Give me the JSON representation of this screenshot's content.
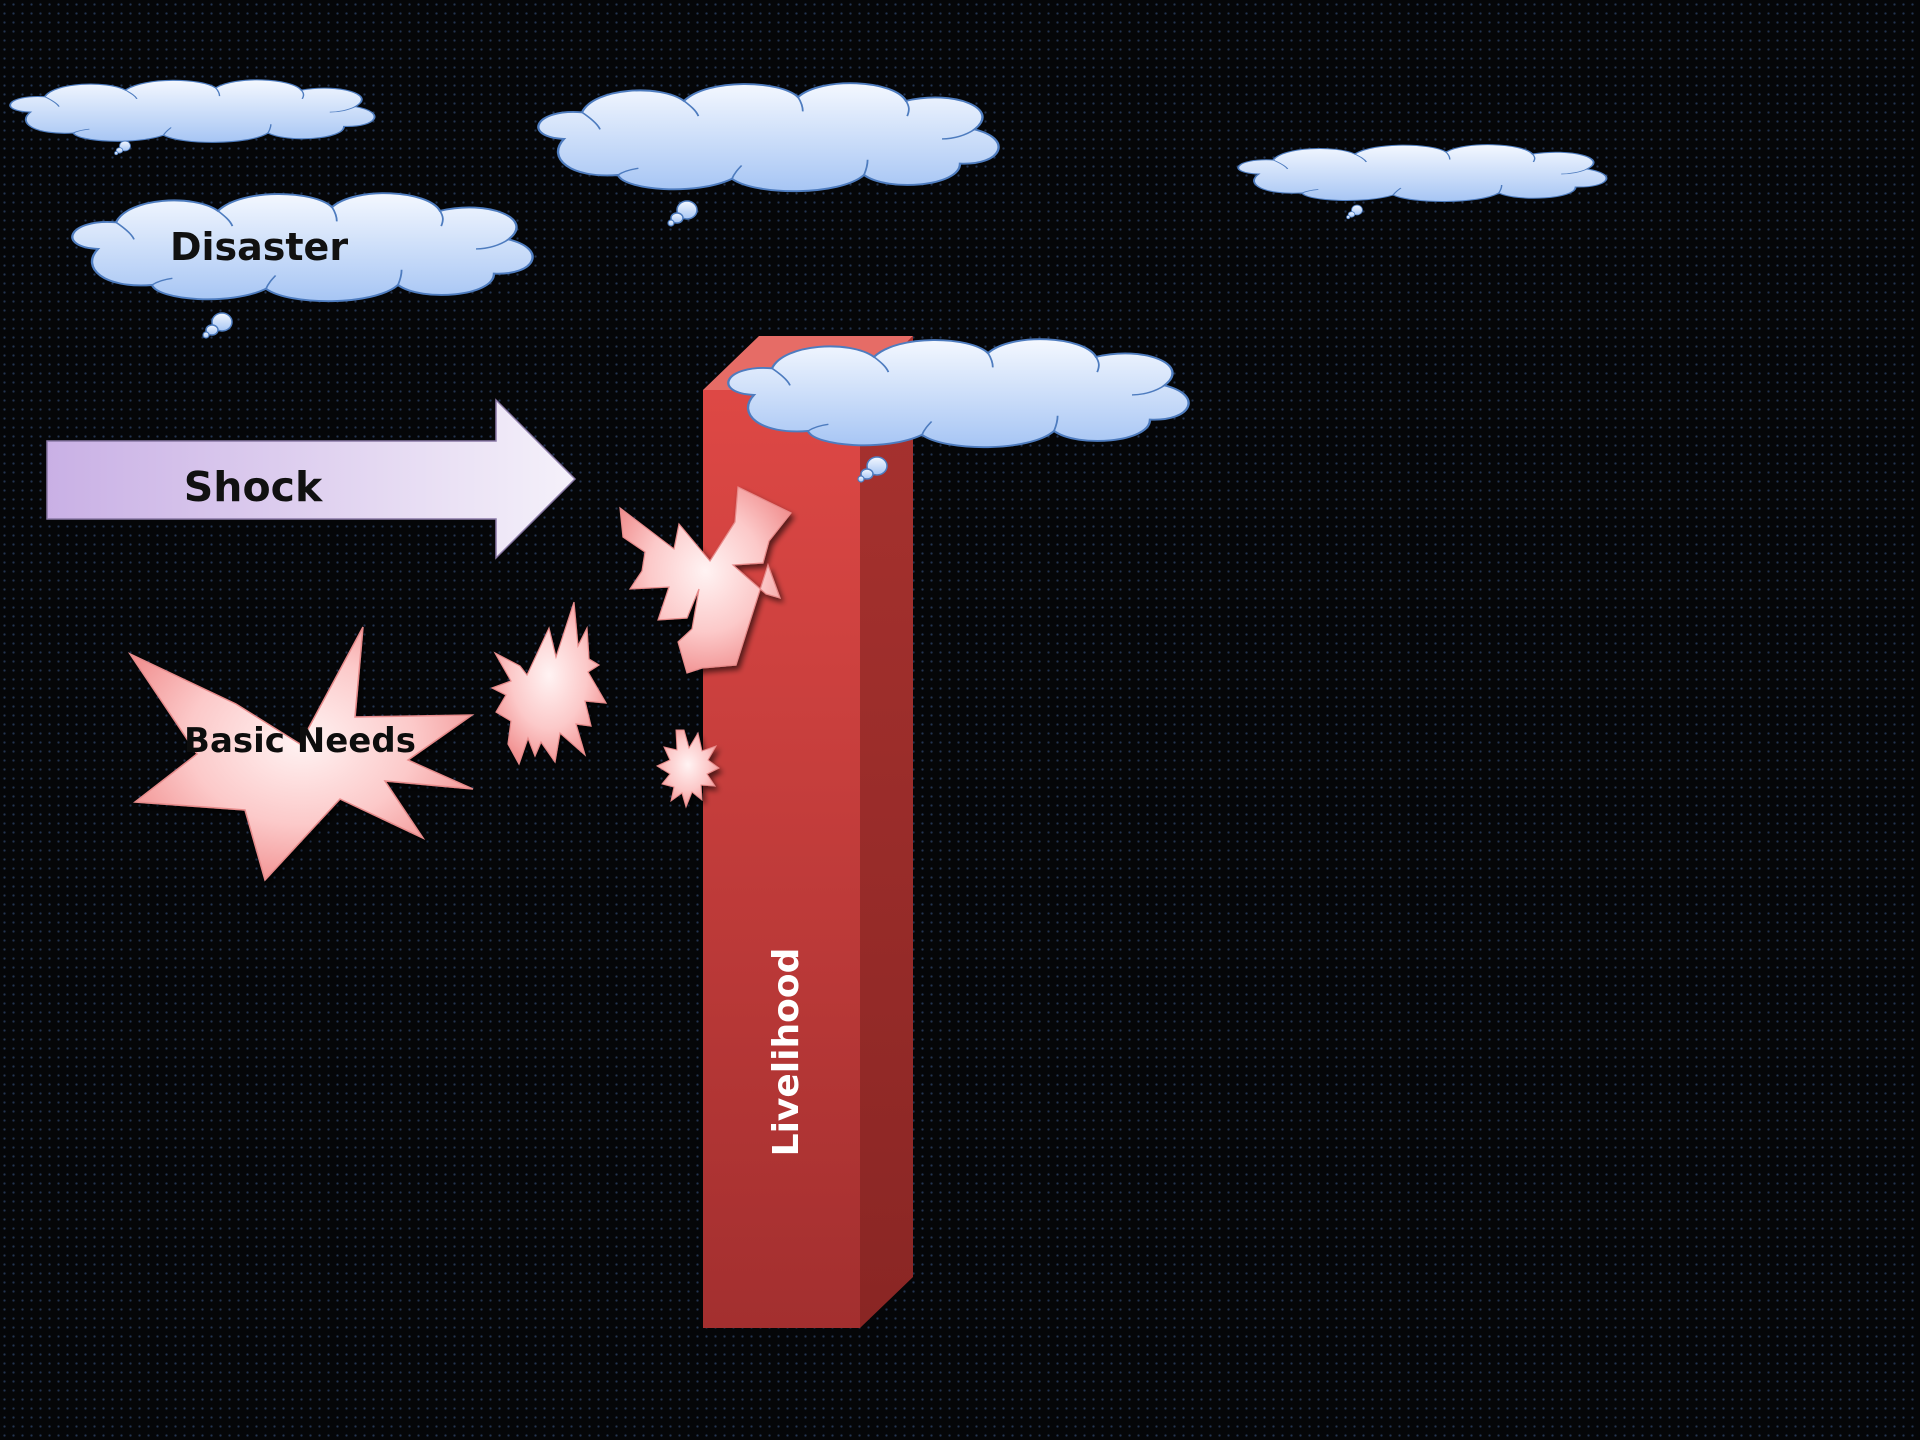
{
  "labels": {
    "disaster": "Disaster",
    "shock": "Shock",
    "basic_needs": "Basic Needs",
    "livelihood": "Livelihood"
  },
  "colors": {
    "background": "#050608",
    "cloud_fill_top": "#f2f7ff",
    "cloud_fill_bottom": "#a9c8f5",
    "cloud_stroke": "#4f7fc0",
    "arrow_left": "#cbb3e6",
    "arrow_right": "#f3eef9",
    "burst_center": "#fff1f1",
    "burst_edge": "#f39a9a",
    "pillar_front_top": "#dd4744",
    "pillar_front_bottom": "#a53030",
    "pillar_side": "#9b2b28",
    "pillar_top": "#e86b66"
  }
}
